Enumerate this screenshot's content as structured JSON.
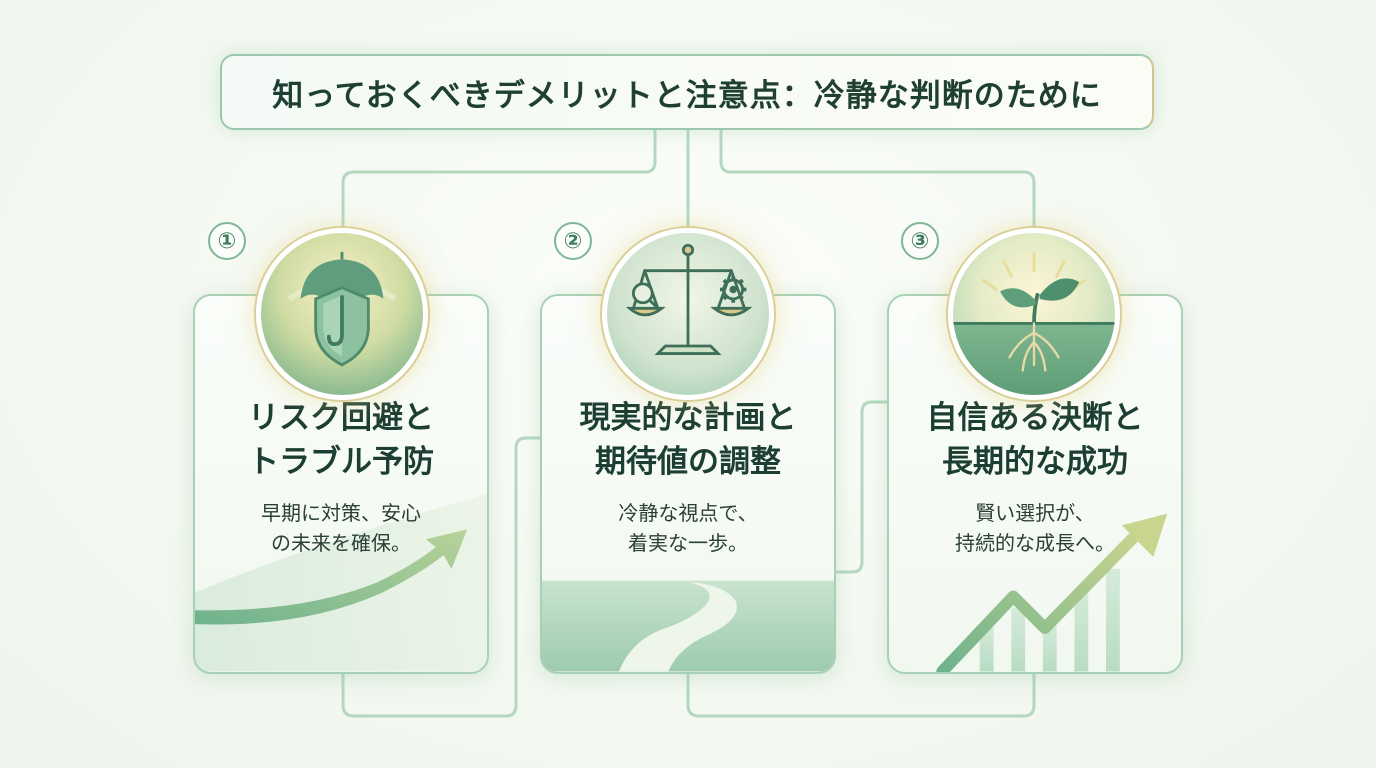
{
  "title": "知っておくべきデメリットと注意点：冷静な判断のために",
  "colors": {
    "line": "#a9d2b6",
    "accent_green": "#5fa57e",
    "accent_gold": "#d6c98a",
    "text": "#1f3f33"
  },
  "cards": [
    {
      "number": "①",
      "icon": "umbrella-shield-icon",
      "title_line1": "リスク回避と",
      "title_line2": "トラブル予防",
      "desc_line1": "早期に対策、安心",
      "desc_line2": "の未来を確保。",
      "decoration": "rising-arrow-icon"
    },
    {
      "number": "②",
      "icon": "balance-scale-icon",
      "title_line1": "現実的な計画と",
      "title_line2": "期待値の調整",
      "desc_line1": "冷静な視点で、",
      "desc_line2": "着実な一歩。",
      "decoration": "winding-road-icon"
    },
    {
      "number": "③",
      "icon": "sprout-roots-icon",
      "title_line1": "自信ある決断と",
      "title_line2": "長期的な成功",
      "desc_line1": "賢い選択が、",
      "desc_line2": "持続的な成長へ。",
      "decoration": "growth-chart-icon"
    }
  ]
}
